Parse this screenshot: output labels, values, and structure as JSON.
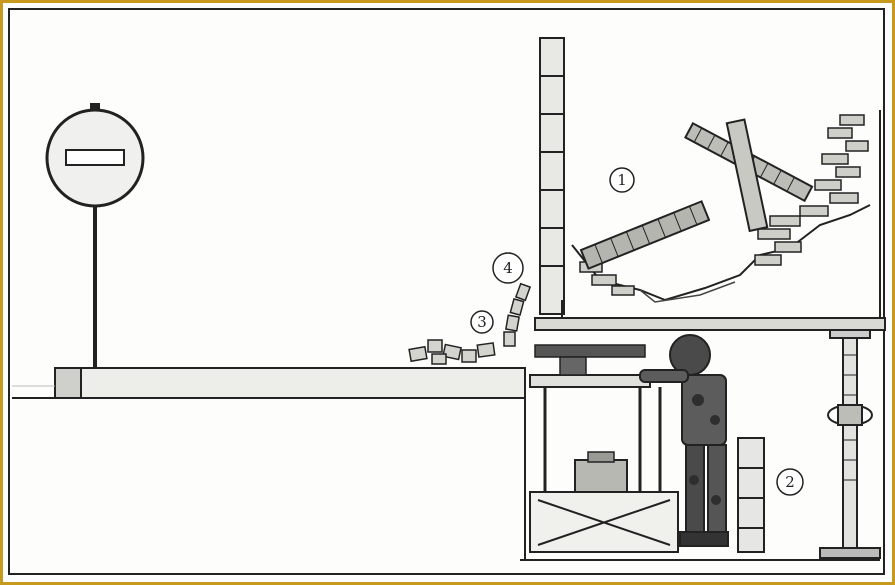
{
  "colors": {
    "frame": "#c79a1e",
    "ink": "#222222",
    "paper": "#fdfdfb",
    "shade": "#9a9a9a",
    "camo": "#4a4a4a"
  },
  "markers": [
    {
      "id": "m1",
      "text": "1"
    },
    {
      "id": "m2",
      "text": "2"
    },
    {
      "id": "m3",
      "text": "3"
    },
    {
      "id": "m4",
      "text": "4"
    }
  ],
  "icons": [
    "no-entry-sign-icon",
    "soldier-figure",
    "support-jack-icon"
  ]
}
